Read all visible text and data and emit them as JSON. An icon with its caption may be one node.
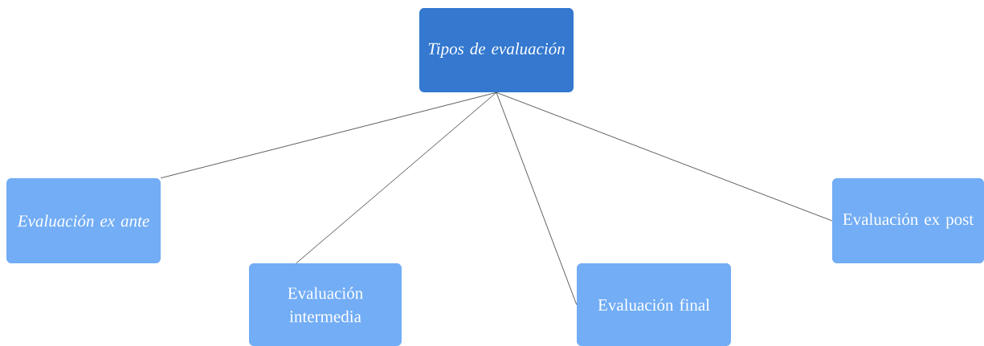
{
  "diagram": {
    "nodes": [
      {
        "text": [
          "Tipos de evaluación"
        ]
      },
      {
        "text": [
          "Evaluación ex ante"
        ]
      },
      {
        "text": [
          "Evaluación intermedia"
        ]
      },
      {
        "text": [
          "Evaluación final"
        ]
      },
      {
        "text": [
          "Evaluación ex post"
        ]
      }
    ],
    "edges": [
      {
        "from": 0,
        "to": 1,
        "arrow": "none"
      },
      {
        "from": 0,
        "to": 2,
        "arrow": "none"
      },
      {
        "from": 0,
        "to": 3,
        "arrow": "none"
      },
      {
        "from": 0,
        "to": 4,
        "arrow": "none"
      }
    ]
  }
}
